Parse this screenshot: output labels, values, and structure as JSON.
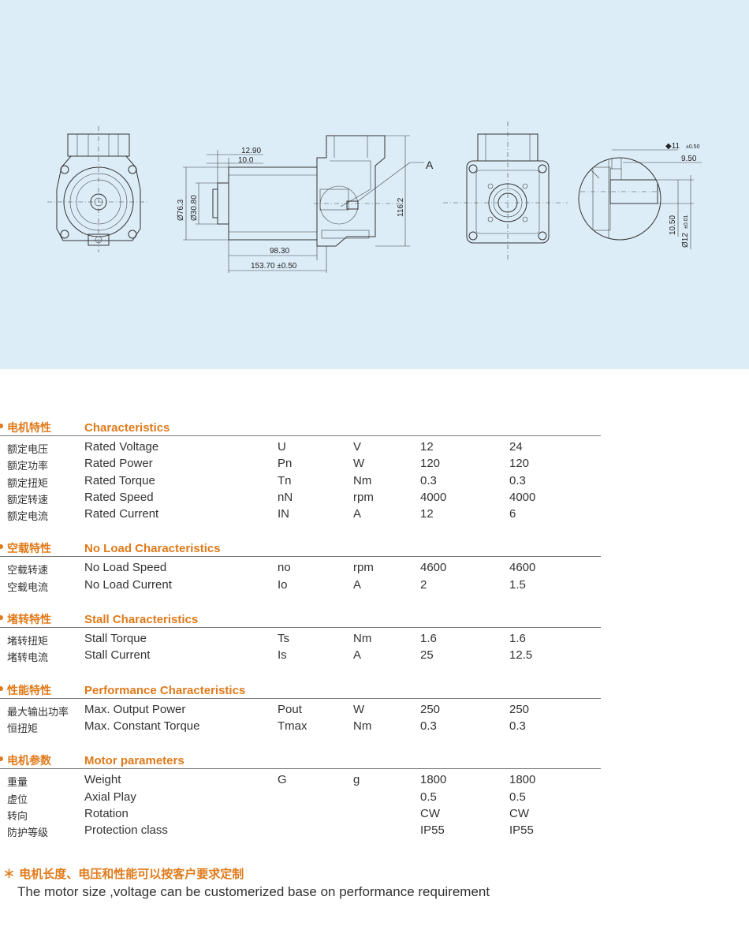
{
  "drawing": {
    "dims": {
      "d1": "12.90",
      "d2": "10.0",
      "d3": "Ø76.3",
      "d4": "Ø30.80",
      "d5": "98.30",
      "d6": "153.70 ±0.50",
      "d7": "116.2",
      "label_a": "A",
      "d8": "◆11",
      "d8_tol": "±0.50",
      "d9": "9.50",
      "d10": "10.50",
      "d11": "Ø12",
      "d11_tol": "±0.01"
    }
  },
  "sections": [
    {
      "cn": "电机特性",
      "en": "Characteristics",
      "rows": [
        {
          "cn": "额定电压",
          "en": "Rated Voltage",
          "sym": "U",
          "unit": "V",
          "v1": "12",
          "v2": "24"
        },
        {
          "cn": "额定功率",
          "en": "Rated Power",
          "sym": "Pn",
          "unit": "W",
          "v1": "120",
          "v2": "120"
        },
        {
          "cn": "额定扭矩",
          "en": "Rated Torque",
          "sym": "Tn",
          "unit": "Nm",
          "v1": "0.3",
          "v2": "0.3"
        },
        {
          "cn": "额定转速",
          "en": "Rated Speed",
          "sym": "nN",
          "unit": "rpm",
          "v1": "4000",
          "v2": "4000"
        },
        {
          "cn": "额定电流",
          "en": "Rated Current",
          "sym": "IN",
          "unit": "A",
          "v1": "12",
          "v2": "6"
        }
      ]
    },
    {
      "cn": "空载特性",
      "en": "No Load Characteristics",
      "rows": [
        {
          "cn": "空载转速",
          "en": "No Load Speed",
          "sym": "no",
          "unit": "rpm",
          "v1": "4600",
          "v2": "4600"
        },
        {
          "cn": "空载电流",
          "en": "No Load Current",
          "sym": "Io",
          "unit": "A",
          "v1": "2",
          "v2": "1.5"
        }
      ]
    },
    {
      "cn": "堵转特性",
      "en": "Stall Characteristics",
      "rows": [
        {
          "cn": "堵转扭矩",
          "en": "Stall Torque",
          "sym": "Ts",
          "unit": "Nm",
          "v1": "1.6",
          "v2": "1.6"
        },
        {
          "cn": "堵转电流",
          "en": "Stall Current",
          "sym": "Is",
          "unit": "A",
          "v1": "25",
          "v2": "12.5"
        }
      ]
    },
    {
      "cn": "性能特性",
      "en": "Performance Characteristics",
      "rows": [
        {
          "cn": "最大输出功率",
          "en": "Max. Output Power",
          "sym": "Pout",
          "unit": "W",
          "v1": "250",
          "v2": "250"
        },
        {
          "cn": "恒扭矩",
          "en": "Max. Constant Torque",
          "sym": "Tmax",
          "unit": "Nm",
          "v1": "0.3",
          "v2": "0.3"
        }
      ]
    },
    {
      "cn": "电机参数",
      "en": "Motor parameters",
      "rows": [
        {
          "cn": "重量",
          "en": "Weight",
          "sym": "G",
          "unit": "g",
          "v1": "1800",
          "v2": "1800"
        },
        {
          "cn": "虚位",
          "en": "Axial Play",
          "sym": "",
          "unit": "",
          "v1": "0.5",
          "v2": "0.5"
        },
        {
          "cn": "转向",
          "en": "Rotation",
          "sym": "",
          "unit": "",
          "v1": "CW",
          "v2": "CW"
        },
        {
          "cn": "防护等级",
          "en": "Protection class",
          "sym": "",
          "unit": "",
          "v1": "IP55",
          "v2": "IP55"
        }
      ]
    }
  ],
  "note": {
    "cn": "＊ 电机长度、电压和性能可以按客户要求定制",
    "en": "The motor size ,voltage can be customerized base on performance requirement"
  }
}
